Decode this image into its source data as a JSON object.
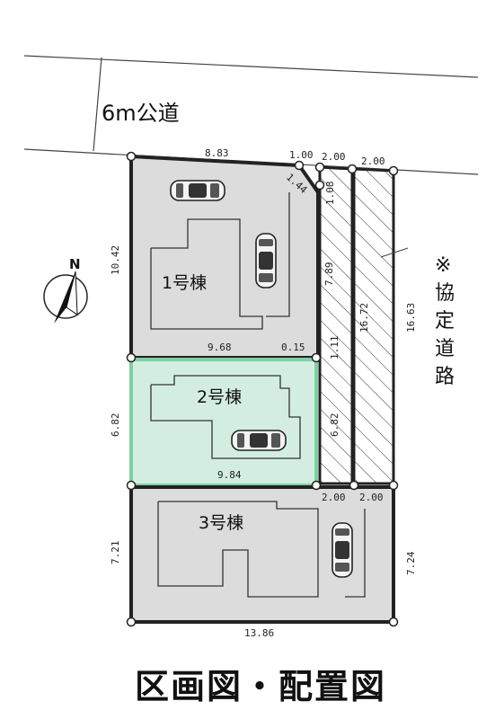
{
  "road_label": "6m公道",
  "private_road_note": [
    "※",
    "協",
    "定",
    "道",
    "路"
  ],
  "north_label": "N",
  "title": "区画図・配置図",
  "lots": {
    "lot1": {
      "name": "1号棟"
    },
    "lot2": {
      "name": "2号棟"
    },
    "lot3": {
      "name": "3号棟"
    }
  },
  "colors": {
    "lot_fill": "#dcdcdc",
    "highlight_fill": "#d3eee0",
    "highlight_border": "#7ed0a2",
    "boundary": "#222222"
  },
  "dims": {
    "lot1_top": "8.83",
    "top_a": "1.00",
    "top_b": "2.00",
    "top_c": "2.00",
    "corner_diag": "1.44",
    "right_a": "1.08",
    "lot1_left": "10.42",
    "road_a_upper": "7.89",
    "road_b_len": "16.72",
    "far_right": "16.63",
    "lot1_bottom": "9.68",
    "step": "0.15",
    "road_a_gap": "1.11",
    "lot2_left": "6.82",
    "road_a_lower": "6.82",
    "lot2_bottom": "9.84",
    "bottom_a": "2.00",
    "bottom_b": "2.00",
    "lot3_left": "7.21",
    "lot3_right": "7.24",
    "lot3_bottom": "13.86"
  }
}
